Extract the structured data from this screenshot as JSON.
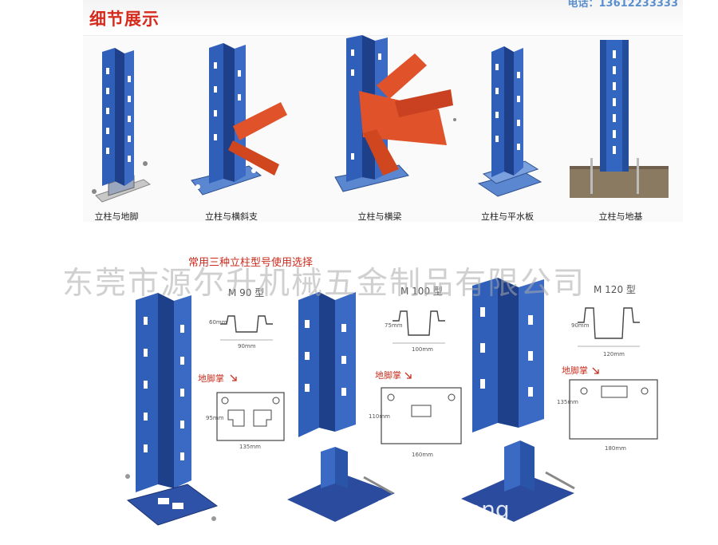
{
  "header": {
    "title": "细节展示",
    "phone": "电话：13612233333"
  },
  "details": [
    {
      "caption": "立柱与地脚"
    },
    {
      "caption": "立柱与横斜支"
    },
    {
      "caption": "立柱与横梁"
    },
    {
      "caption": "立柱与平水板"
    },
    {
      "caption": "立柱与地基"
    }
  ],
  "selection": {
    "title": "常用三种立柱型号使用选择",
    "footplate_label": "地脚掌",
    "models": [
      {
        "name": "M 90 型",
        "profile_width": "90mm",
        "profile_height": "60mm",
        "plate_width": "135mm",
        "plate_height": "95mm"
      },
      {
        "name": "M 100 型",
        "profile_width": "100mm",
        "profile_height": "75mm",
        "plate_width": "160mm",
        "plate_height": "110mm"
      },
      {
        "name": "M 120 型",
        "profile_width": "120mm",
        "profile_height": "90mm",
        "plate_width": "180mm",
        "plate_height": "135mm"
      }
    ]
  },
  "watermark": {
    "company": "东莞市源尔升机械五金制品有限公司",
    "url": "d.......rsheng"
  },
  "colors": {
    "upright_blue": "#2f5fb8",
    "upright_dark": "#1e3f8a",
    "beam_orange": "#e0522a",
    "title_red": "#d62a1c",
    "concrete": "#8a7a62"
  }
}
